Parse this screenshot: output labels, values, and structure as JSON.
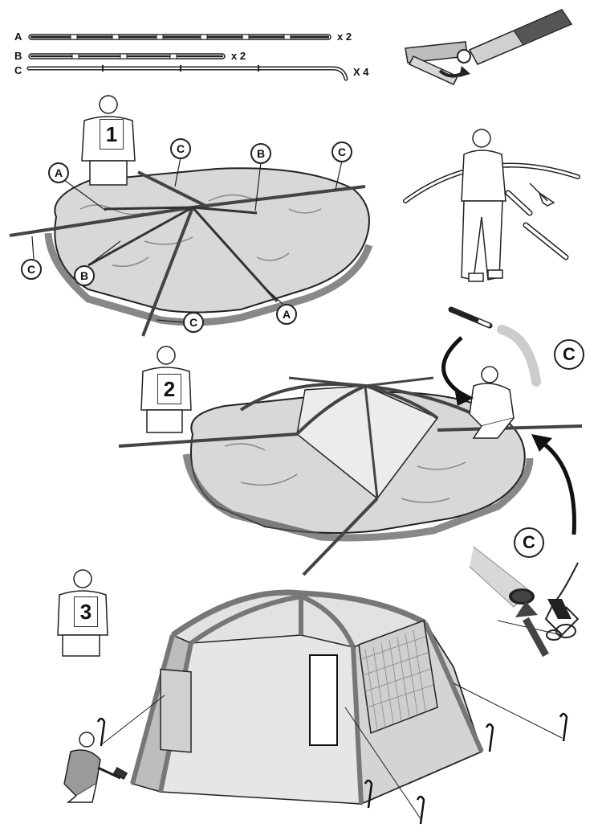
{
  "poles": [
    {
      "letter": "A",
      "qty": "x 2"
    },
    {
      "letter": "B",
      "qty": "x 2"
    },
    {
      "letter": "C",
      "qty": "X 4"
    }
  ],
  "steps": [
    "1",
    "2",
    "3"
  ],
  "callouts_step1": [
    "C",
    "B",
    "C",
    "A",
    "C",
    "B",
    "C",
    "A"
  ],
  "callouts_step2": [
    "C",
    "C"
  ],
  "colors": {
    "line": "#222222",
    "fabric": "#d6d6d6",
    "fabric_dark": "#8a8a8a",
    "pole": "#9a9a9a"
  }
}
